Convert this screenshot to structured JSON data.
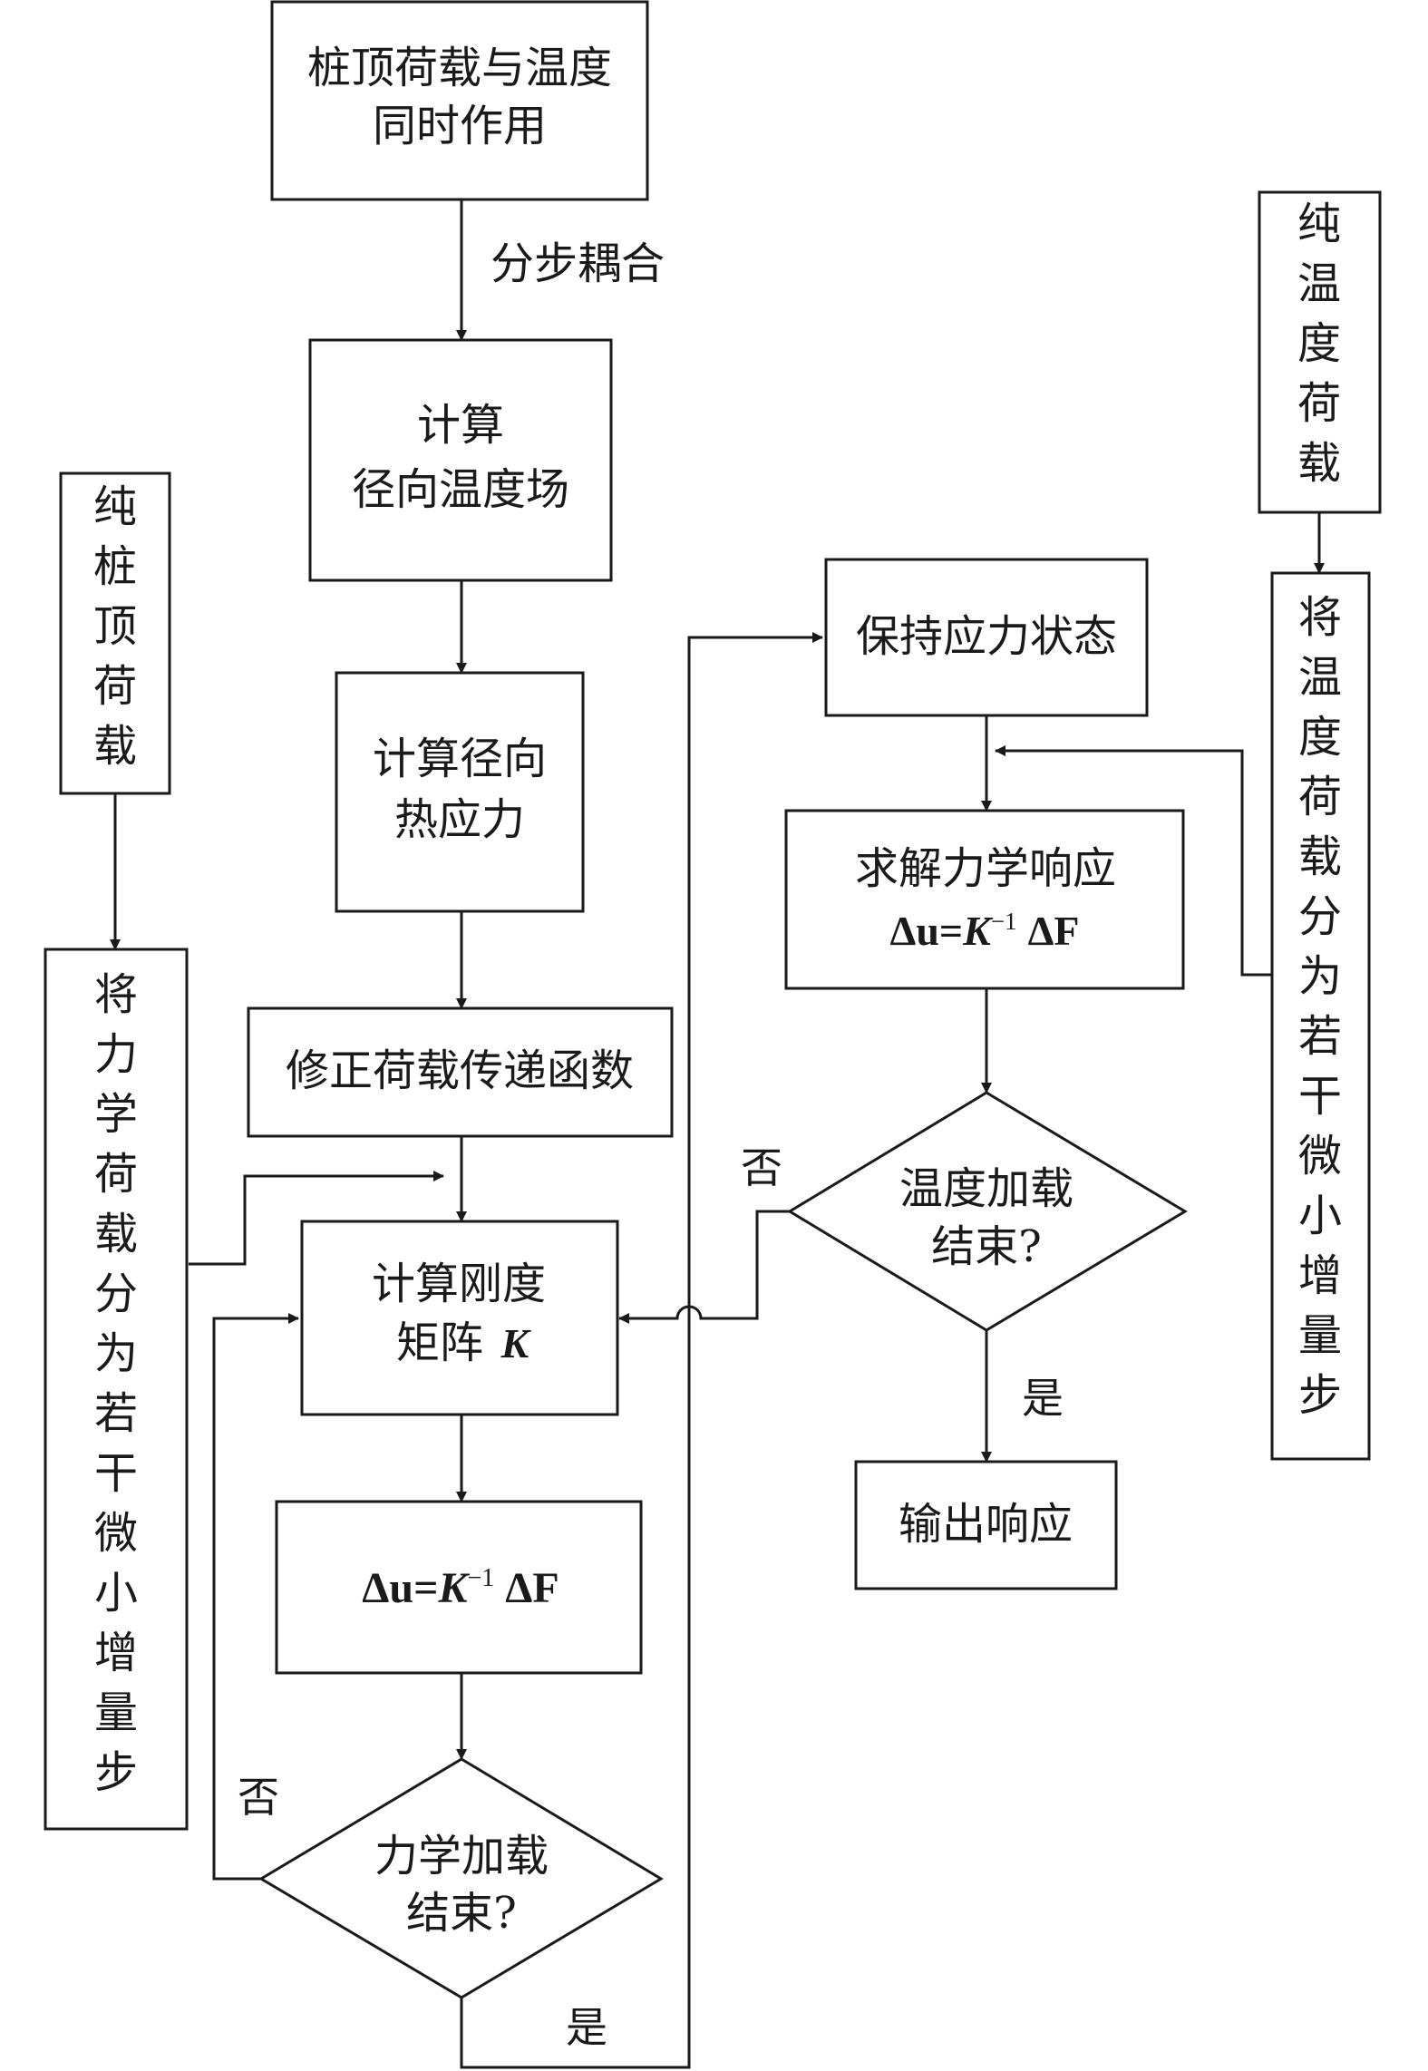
{
  "diagram": {
    "nodes": {
      "start": {
        "lines": [
          "桩顶荷载与温度",
          "同时作用"
        ]
      },
      "calc_temp_field": {
        "lines": [
          "计算",
          "径向温度场"
        ]
      },
      "calc_thermal_stress": {
        "lines": [
          "计算径向",
          "热应力"
        ]
      },
      "modify_transfer": {
        "lines": [
          "修正荷载传递函数"
        ]
      },
      "calc_stiffness": {
        "lines": [
          "计算刚度",
          "矩阵"
        ],
        "symbol": "K"
      },
      "delta_u_left": {
        "formula": {
          "du": "Δu",
          "eq": "=",
          "k": "K",
          "exp": "−1",
          "df": "ΔF"
        }
      },
      "mech_done": {
        "lines": [
          "力学加载",
          "结束?"
        ]
      },
      "pure_pile_load": {
        "chars": "纯桩顶荷载"
      },
      "split_mech": {
        "chars": "将力学荷载分为若干微小增量步"
      },
      "hold_stress": {
        "lines": [
          "保持应力状态"
        ]
      },
      "solve_response": {
        "lines": [
          "求解力学响应"
        ],
        "formula": {
          "du": "Δu",
          "eq": "=",
          "k": "K",
          "exp": "−1",
          "df": "ΔF"
        }
      },
      "temp_done": {
        "lines": [
          "温度加载",
          "结束?"
        ]
      },
      "output": {
        "lines": [
          "输出响应"
        ]
      },
      "pure_temp_load": {
        "chars": "纯温度荷载"
      },
      "split_temp": {
        "chars": "将温度荷载分为若干微小增量步"
      }
    },
    "edge_labels": {
      "step_coupling": "分步耦合",
      "mech_no": "否",
      "mech_yes": "是",
      "temp_no": "否",
      "temp_yes": "是"
    }
  }
}
